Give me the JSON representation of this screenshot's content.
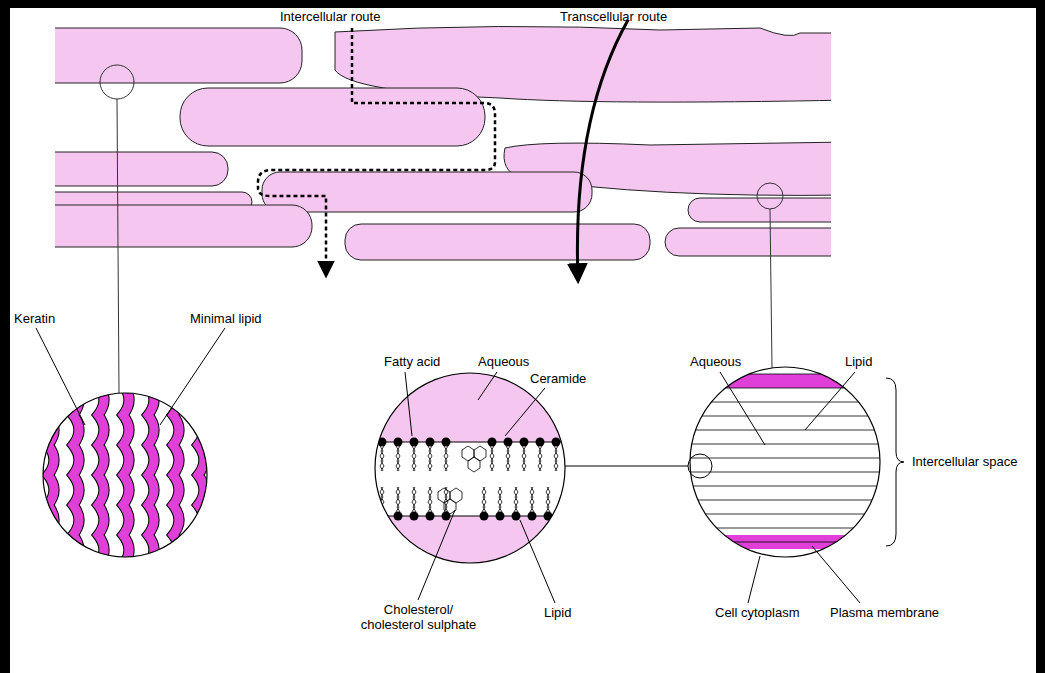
{
  "diagram": {
    "labels": [
      "Intercellular route",
      "Transcellular route",
      "Keratin",
      "Minimal lipid",
      "Fatty acid",
      "Aqueous",
      "Ceramide",
      "Cholesterol/ cholesterol sulphate",
      "Lipid",
      "Aqueous",
      "Lipid",
      "Intercellular space",
      "Cell cytoplasm",
      "Plasma membrane"
    ]
  }
}
